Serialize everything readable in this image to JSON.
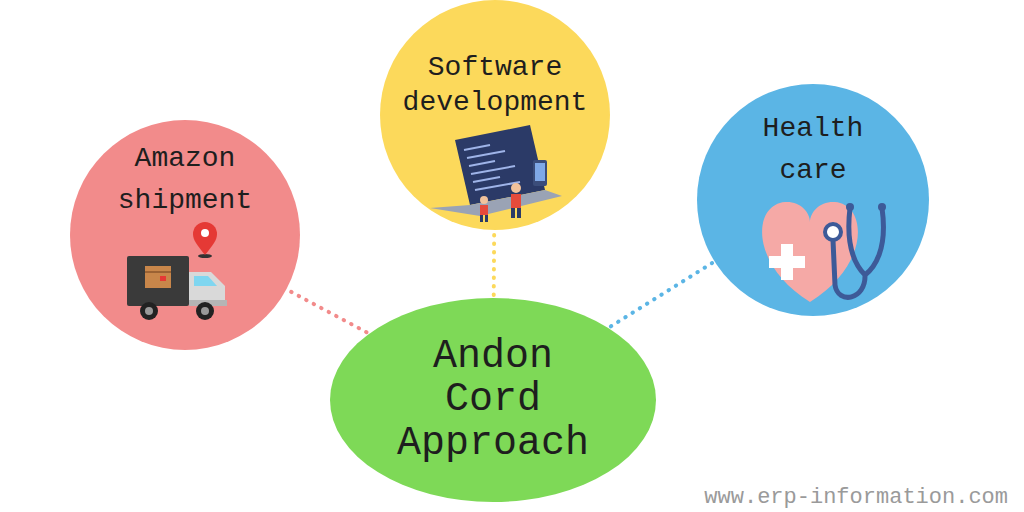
{
  "diagram": {
    "nodes": [
      {
        "text": [
          "Amazon shipment"
        ]
      },
      {
        "text": [
          "Software development"
        ]
      },
      {
        "text": [
          "Health care"
        ]
      },
      {
        "text": [
          "Andon Cord Approach"
        ]
      }
    ],
    "edges": [
      {
        "from": 3,
        "to": 0,
        "arrow": "none"
      },
      {
        "from": 3,
        "to": 1,
        "arrow": "none"
      },
      {
        "from": 3,
        "to": 2,
        "arrow": "none"
      }
    ],
    "labels": [
      "www.erp-information.com"
    ]
  }
}
